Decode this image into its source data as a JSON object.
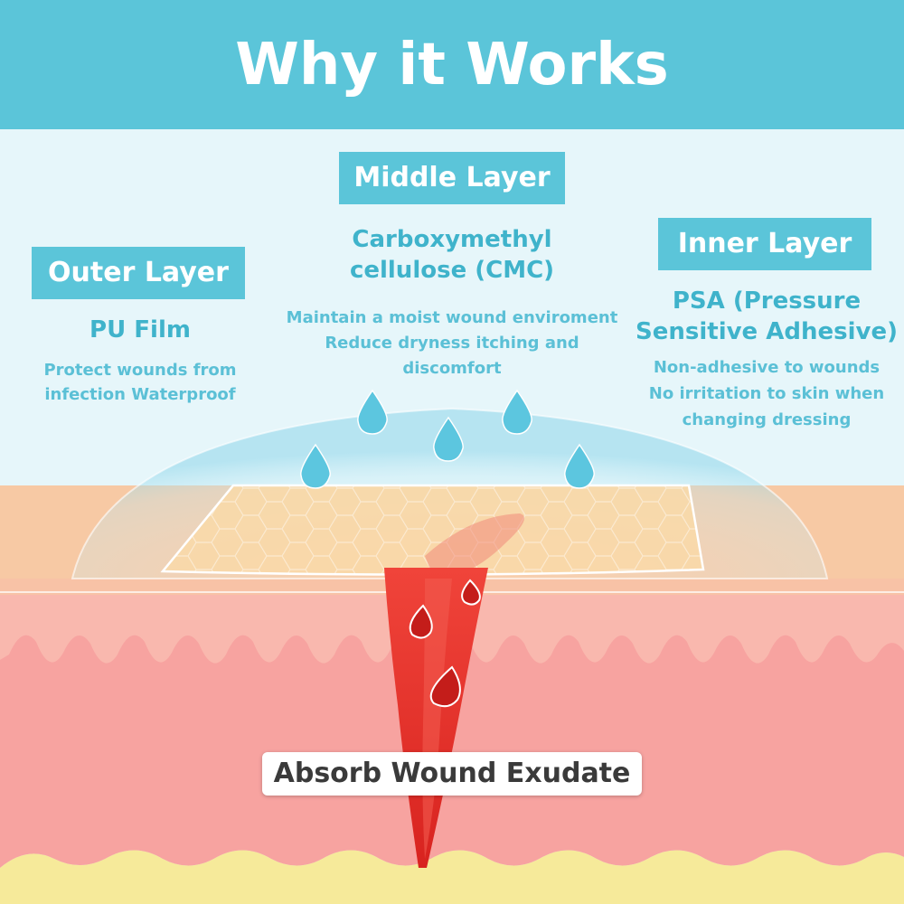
{
  "title": "Why it Works",
  "outer": {
    "heading": "Outer Layer",
    "material": "PU Film",
    "desc": [
      "Protect wounds from",
      "infection Waterproof"
    ]
  },
  "middle": {
    "heading": "Middle Layer",
    "material": [
      "Carboxymethyl",
      "cellulose (CMC)"
    ],
    "desc": [
      "Maintain a moist wound enviroment",
      "Reduce dryness itching and",
      "discomfort"
    ]
  },
  "inner": {
    "heading": "Inner Layer",
    "material": [
      "PSA (Pressure",
      "Sensitive Adhesive)"
    ],
    "desc": [
      "Non-adhesive to wounds",
      "No irritation to skin when",
      "changing dressing"
    ]
  },
  "callout": "Absorb Wound Exudate",
  "colors": {
    "header": "#5bc5d9",
    "background": "#e6f6fa",
    "skin_top": "#f7c9a4",
    "skin_dermis": "#f7a3a0",
    "fat": "#f6ea9a",
    "wound": "#e8322c",
    "droplet": "#5cc6df"
  }
}
